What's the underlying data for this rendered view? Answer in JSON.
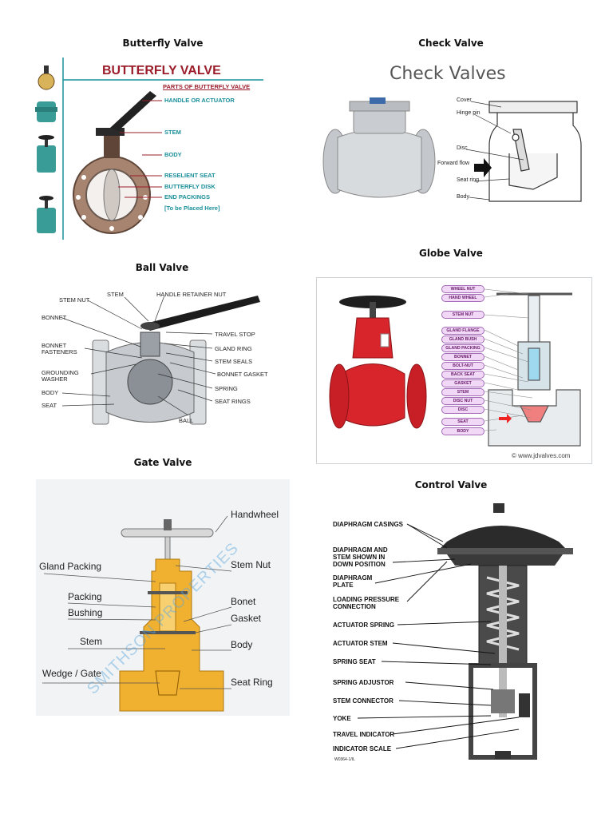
{
  "sections": {
    "butterfly": {
      "caption": "Butterfly Valve"
    },
    "check": {
      "caption": "Check Valve"
    },
    "ball": {
      "caption": "Ball Valve"
    },
    "globe": {
      "caption": "Globe Valve"
    },
    "gate": {
      "caption": "Gate Valve"
    },
    "control": {
      "caption": "Control Valve"
    }
  },
  "butterfly": {
    "title": "BUTTERFLY VALVE",
    "subtitle": "PARTS OF BUTTERFLY VALVE",
    "labels": [
      "HANDLE OR ACTUATOR",
      "STEM",
      "BODY",
      "RESELIENT SEAT",
      "BUTTERFLY DISK",
      "END PACKINGS",
      "[To be Placed Here]"
    ]
  },
  "check": {
    "title": "Check Valves",
    "labels": [
      "Cover",
      "Hinge pin",
      "Disc",
      "Forward flow",
      "Seat ring",
      "Body"
    ]
  },
  "ball": {
    "labels": [
      "STEM NUT",
      "STEM",
      "HANDLE RETAINER NUT",
      "BONNET",
      "TRAVEL STOP",
      "BONNET",
      "FASTENERS",
      "GLAND RING",
      "STEM SEALS",
      "GROUNDING",
      "WASHER",
      "BONNET GASKET",
      "BODY",
      "SPRING",
      "SEAT",
      "SEAT RINGS",
      "BALL"
    ]
  },
  "globe": {
    "labels": [
      "WHEEL NUT",
      "HAND WHEEL",
      "STEM NUT",
      "GLAND FLANGE",
      "GLAND BUSH",
      "GLAND PACKING",
      "BONNET",
      "BOLT-NUT",
      "BACK SEAT",
      "GASKET",
      "STEM",
      "DISC NUT",
      "DISC",
      "SEAT",
      "BODY"
    ],
    "credit": "© www.jdvalves.com"
  },
  "gate": {
    "labels": [
      "Handwheel",
      "Gland Packing",
      "Stem Nut",
      "Packing",
      "Bonet",
      "Bushing",
      "Gasket",
      "Stem",
      "Body",
      "Wedge / Gate",
      "Seat Ring"
    ],
    "watermark": "SMITHSON PROPERTIES"
  },
  "control": {
    "labels": [
      "DIAPHRAGM CASINGS",
      "DIAPHRAGM AND",
      "STEM SHOWN IN",
      "DOWN POSITION",
      "DIAPHRAGM",
      "PLATE",
      "LOADING PRESSURE",
      "CONNECTION",
      "ACTUATOR SPRING",
      "ACTUATOR STEM",
      "SPRING SEAT",
      "SPRING ADJUSTOR",
      "STEM CONNECTOR",
      "YOKE",
      "TRAVEL INDICATOR",
      "INDICATOR SCALE"
    ],
    "code": "W0364-1/IL"
  }
}
